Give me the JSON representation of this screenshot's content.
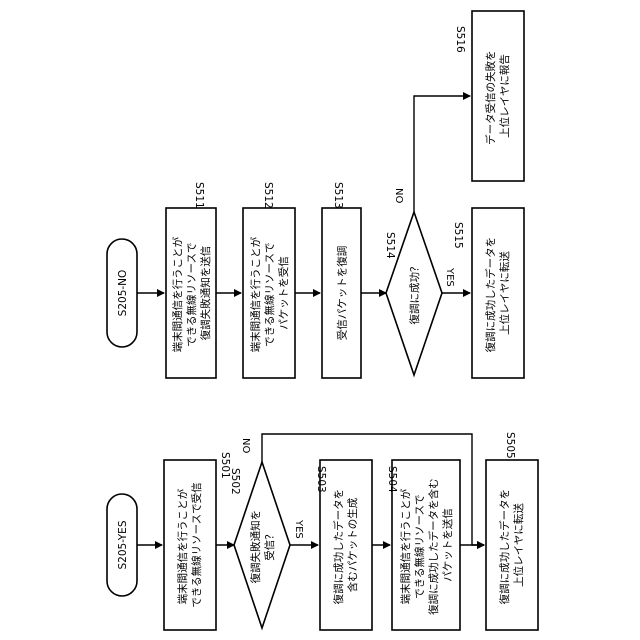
{
  "flow_left": {
    "start": "S205-YES",
    "s501": {
      "id": "S501",
      "lines": [
        "端末間通信を行うことが",
        "できる無線リソースで受信"
      ]
    },
    "s502": {
      "id": "S502",
      "lines": [
        "復調失敗通知を",
        "受信？"
      ],
      "yes": "YES",
      "no": "NO"
    },
    "s503": {
      "id": "S503",
      "lines": [
        "復調に成功したデータを",
        "含むパケットの生成"
      ]
    },
    "s504": {
      "id": "S504",
      "lines": [
        "端末間通信を行うことが",
        "できる無線リソースで",
        "復調に成功したデータを含む",
        "パケットを送信"
      ]
    },
    "s505": {
      "id": "S505",
      "lines": [
        "復調に成功したデータを",
        "上位レイヤに転送"
      ]
    }
  },
  "flow_right": {
    "start": "S205-NO",
    "s511": {
      "id": "S511",
      "lines": [
        "端末間通信を行うことが",
        "できる無線リソースで",
        "復調失敗通知を送信"
      ]
    },
    "s512": {
      "id": "S512",
      "lines": [
        "端末間通信を行うことが",
        "できる無線リソースで",
        "パケットを受信"
      ]
    },
    "s513": {
      "id": "S513",
      "lines": [
        "受信パケットを復調"
      ]
    },
    "s514": {
      "id": "S514",
      "lines": [
        "復調に成功？"
      ],
      "yes": "YES",
      "no": "NO"
    },
    "s515": {
      "id": "S515",
      "lines": [
        "復調に成功したデータを",
        "上位レイヤに転送"
      ]
    },
    "s516": {
      "id": "S516",
      "lines": [
        "データ受信の失敗を",
        "上位レイヤに報告"
      ]
    }
  }
}
